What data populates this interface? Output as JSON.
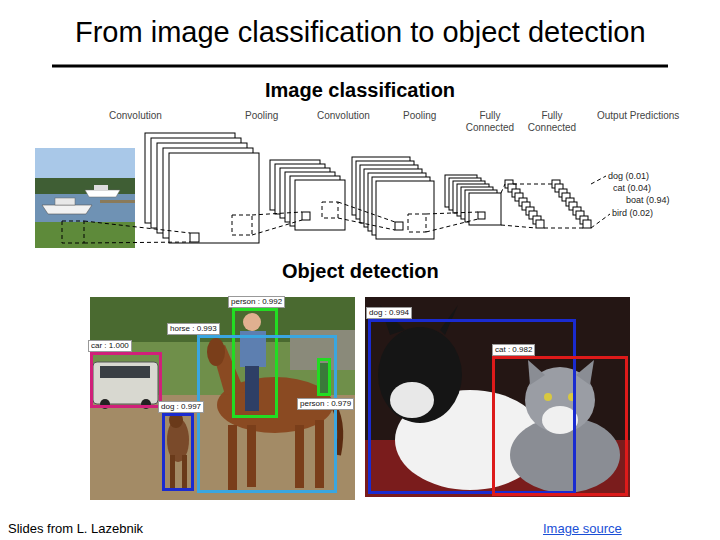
{
  "diagram": {
    "title": "From image classification to object detection",
    "nodes": [
      {
        "text": [
          "person : 0.992"
        ]
      },
      {
        "text": [
          "horse : 0.993"
        ]
      },
      {
        "text": [
          "car : 1.000"
        ]
      },
      {
        "text": [
          "dog : 0.997"
        ]
      },
      {
        "text": [
          "person : 0.979"
        ]
      },
      {
        "text": [
          "dog : 0.994"
        ]
      },
      {
        "text": [
          "cat : 0.982"
        ]
      }
    ],
    "labels": [
      "Image classification",
      "Convolution",
      "Pooling",
      "Convolution",
      "Pooling",
      "Fully Connected",
      "Fully Connected",
      "Output Predictions",
      "dog (0.01)",
      "cat (0.04)",
      "boat (0.94)",
      "bird (0.02)",
      "Object detection",
      "Slides from L. Lazebnik",
      "Image source"
    ]
  }
}
